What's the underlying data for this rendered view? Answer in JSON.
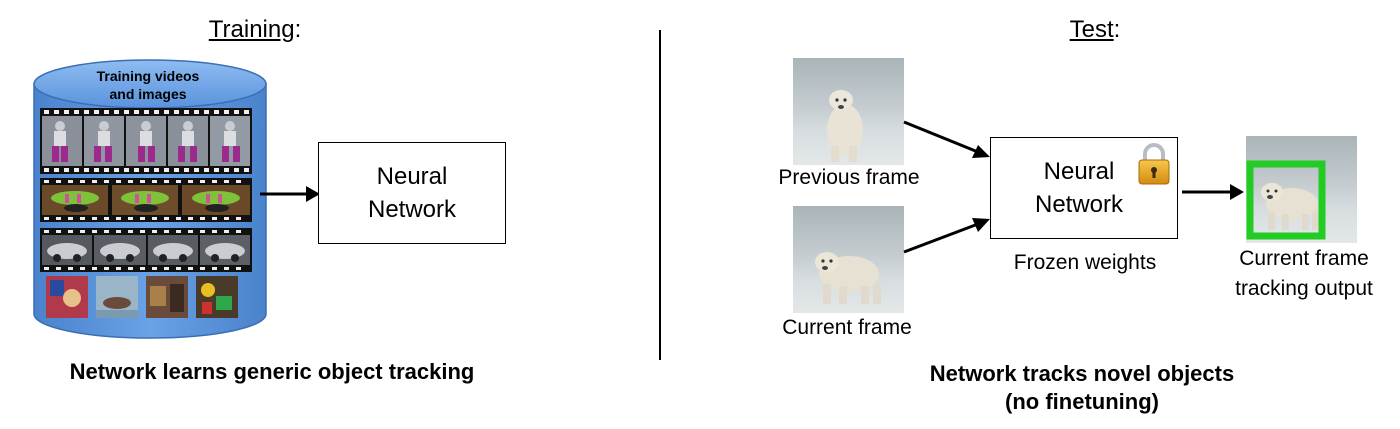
{
  "training": {
    "title": "Training",
    "title_suffix": ":",
    "cylinder_label_line1": "Training videos",
    "cylinder_label_line2": "and images",
    "nn_line1": "Neural",
    "nn_line2": "Network",
    "caption": "Network learns generic object tracking"
  },
  "test": {
    "title": "Test",
    "title_suffix": ":",
    "previous_frame": "Previous frame",
    "current_frame": "Current frame",
    "nn_line1": "Neural",
    "nn_line2": "Network",
    "frozen_weights": "Frozen weights",
    "output_line1": "Current frame",
    "output_line2": "tracking output",
    "caption_line1": "Network tracks novel objects",
    "caption_line2": "(no finetuning)"
  },
  "colors": {
    "cylinder_blue": "#5b93d9",
    "tracking_box_green": "#22cc22",
    "lock_gold": "#e3a51e"
  }
}
